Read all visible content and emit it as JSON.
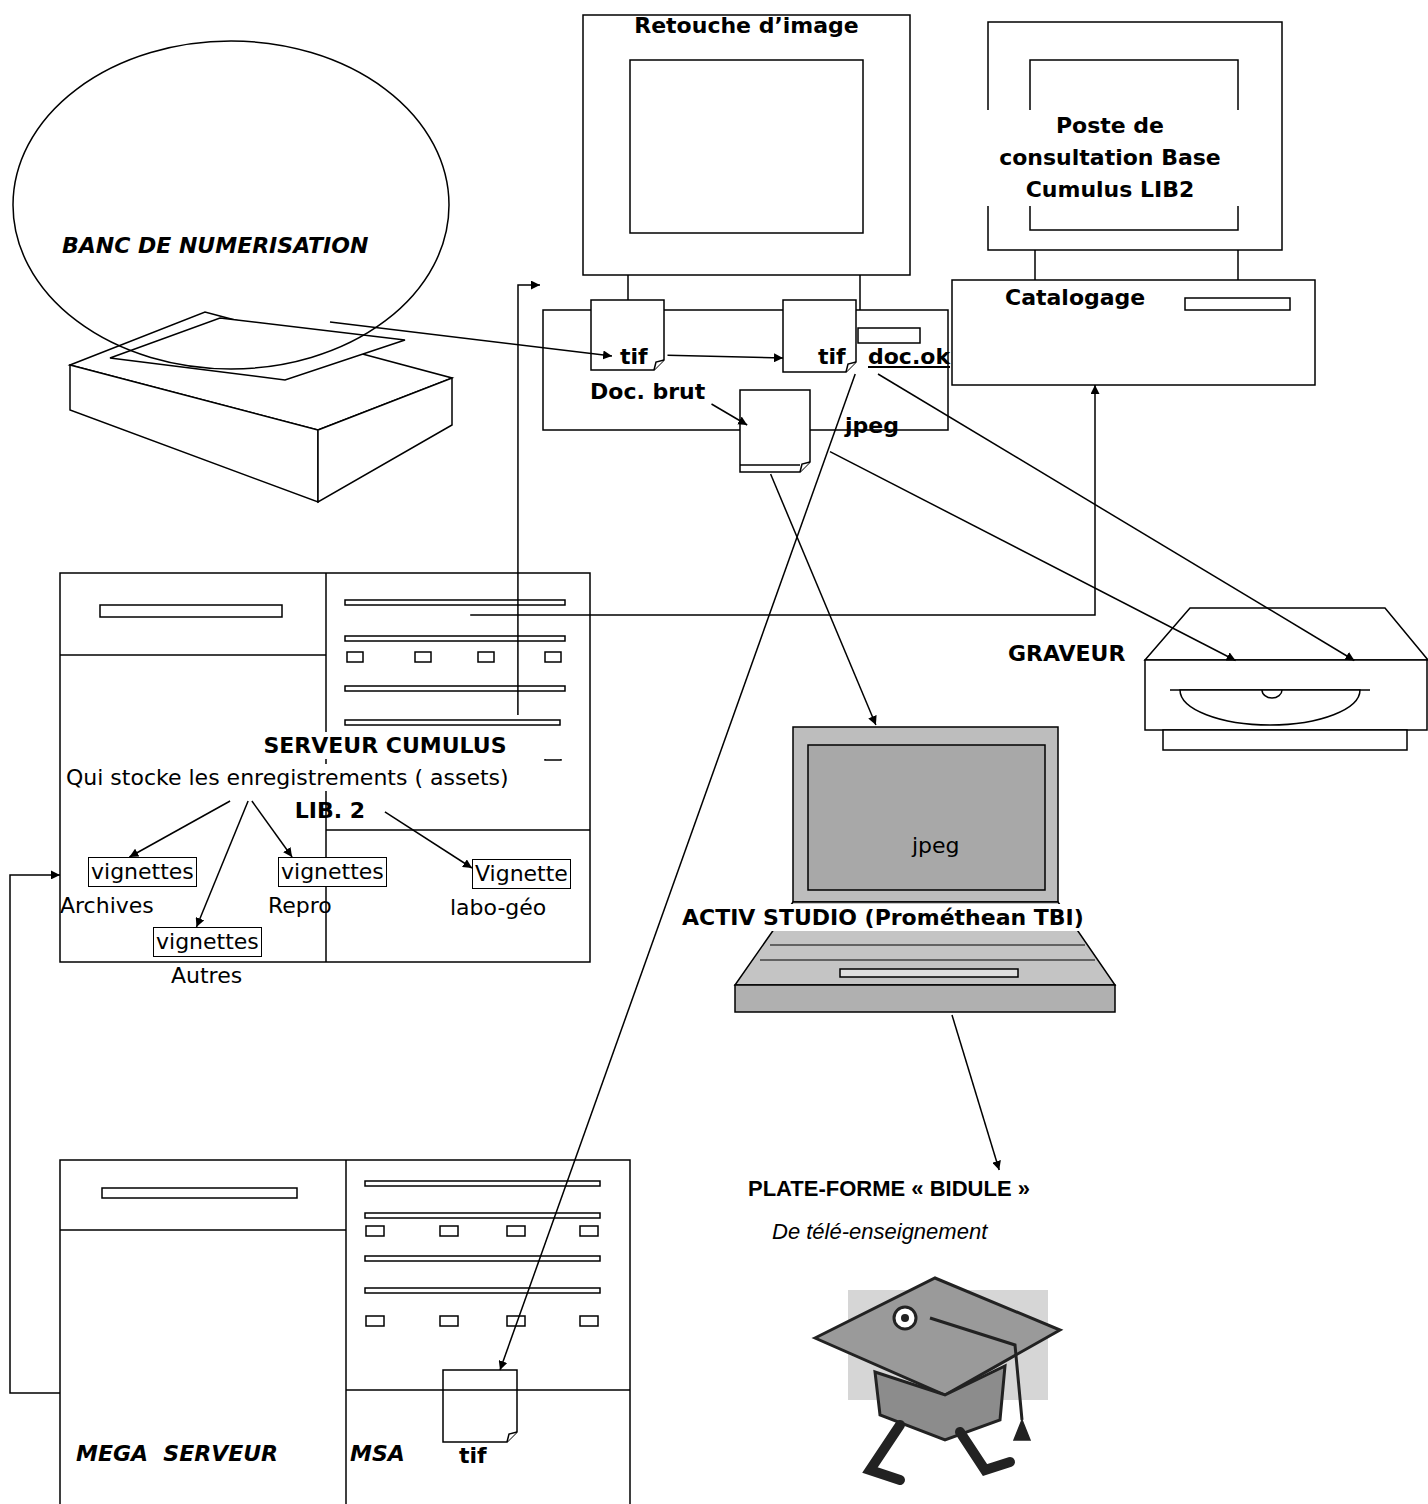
{
  "diagram": {
    "nodes": [
      {
        "text": [
          "Retouche d’image"
        ]
      },
      {
        "text": [
          "tif",
          "Doc. brut"
        ],
        "in": 0
      },
      {
        "text": [
          "tif",
          "doc.ok"
        ],
        "in": 0
      },
      {
        "text": [
          "jpeg"
        ],
        "in": 0
      },
      {
        "text": [
          "Poste de consultation Base Cumulus LIB2",
          "Catalogage"
        ]
      },
      {
        "text": [
          "BANC DE NUMERISATION"
        ]
      },
      {
        "text": [
          "SERVEUR CUMULUS",
          "Qui stocke les enregistrements ( assets)",
          "LIB. 2"
        ]
      },
      {
        "text": [
          "vignettes",
          "Archives"
        ],
        "in": 6
      },
      {
        "text": [
          "vignettes",
          "Repro"
        ],
        "in": 6
      },
      {
        "text": [
          "Vignette",
          "labo-géo"
        ],
        "in": 6
      },
      {
        "text": [
          "vignettes",
          "Autres"
        ],
        "in": 6
      },
      {
        "text": [
          "GRAVEUR"
        ]
      },
      {
        "text": [
          "ACTIV STUDIO (Prométhean TBI)"
        ]
      },
      {
        "text": [
          "jpeg"
        ],
        "in": 12
      },
      {
        "text": [
          "PLATE-FORME « BIDULE »",
          "De télé-enseignement"
        ]
      },
      {
        "text": [
          "MEGA  SERVEUR",
          "MSA"
        ]
      },
      {
        "text": [
          "tif"
        ],
        "in": 15
      }
    ],
    "edges": [
      {
        "from": 5,
        "to": 1,
        "arrow": "to"
      },
      {
        "from": 1,
        "to": 2,
        "arrow": "to"
      },
      {
        "from": 1,
        "to": 3,
        "arrow": "to"
      },
      {
        "from": 3,
        "to": 12,
        "arrow": "to"
      },
      {
        "from": 2,
        "to": 16,
        "arrow": "to"
      },
      {
        "from": 3,
        "to": 11,
        "arrow": "to"
      },
      {
        "from": 2,
        "to": 11,
        "arrow": "to"
      },
      {
        "from": 6,
        "to": 0,
        "arrow": "to"
      },
      {
        "from": 6,
        "to": 4,
        "arrow": "to"
      },
      {
        "from": 15,
        "to": 6,
        "arrow": "to"
      },
      {
        "from": 12,
        "to": 14,
        "arrow": "to"
      },
      {
        "from": 6,
        "to": 7,
        "arrow": "to"
      },
      {
        "from": 6,
        "to": 8,
        "arrow": "to"
      },
      {
        "from": 6,
        "to": 9,
        "arrow": "to"
      },
      {
        "from": 6,
        "to": 10,
        "arrow": "to"
      }
    ]
  }
}
